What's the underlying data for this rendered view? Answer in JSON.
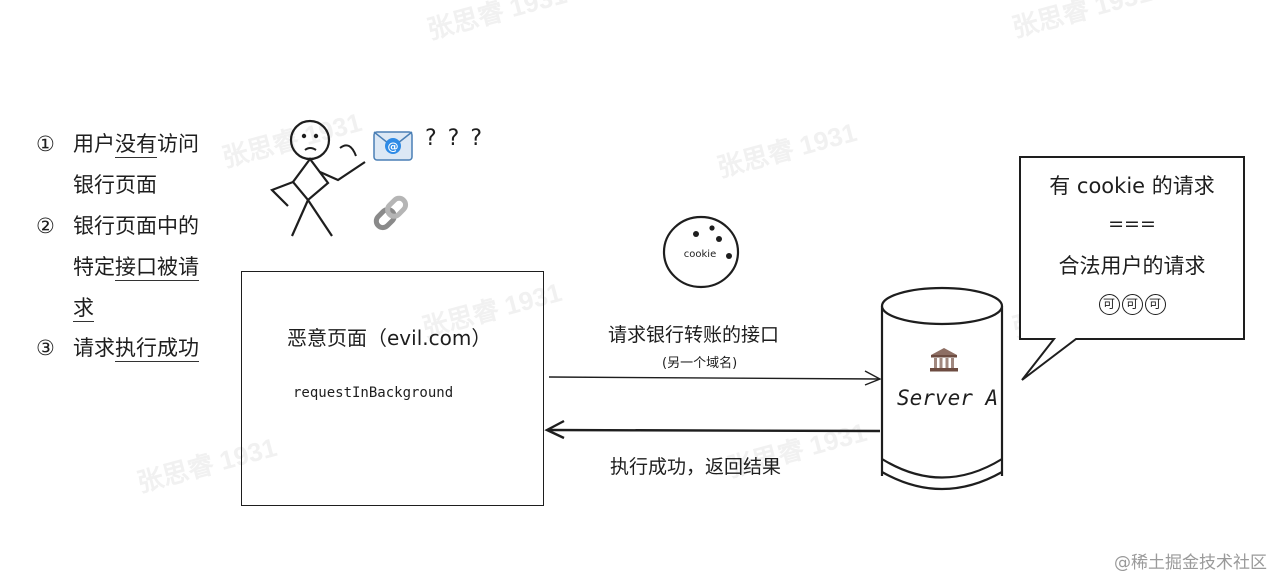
{
  "steps": [
    {
      "num": "①",
      "lines": [
        [
          "用户",
          "没有",
          "访问"
        ],
        [
          "银行页面"
        ]
      ],
      "underlines": [
        [
          false,
          true,
          false
        ],
        [
          false
        ]
      ]
    },
    {
      "num": "②",
      "lines": [
        [
          "银行页面中的"
        ],
        [
          "特定",
          "接口",
          "被请"
        ],
        [
          "求"
        ]
      ],
      "underlines": [
        [
          false
        ],
        [
          false,
          true,
          true
        ],
        [
          true
        ]
      ]
    },
    {
      "num": "③",
      "lines": [
        [
          "请求",
          "执行成功"
        ]
      ],
      "underlines": [
        [
          false,
          true
        ]
      ]
    }
  ],
  "question_marks": "? ? ?",
  "email_symbol": "@",
  "cookie_label": "cookie",
  "evil_page": {
    "title": "恶意页面（evil.com）",
    "code": "requestInBackground"
  },
  "request_arrow": {
    "label": "请求银行转账的接口",
    "sublabel": "(另一个域名)"
  },
  "response_arrow": {
    "label": "执行成功，返回结果"
  },
  "server": {
    "label": "Server A",
    "icon": "bank-icon"
  },
  "speech_bubble": {
    "line1": "有 cookie 的请求",
    "line2": "===",
    "line3": "合法用户的请求",
    "emoji": [
      "可",
      "可",
      "可"
    ]
  },
  "footer": "@稀土掘金技术社区",
  "watermark_text": "张思睿 1931"
}
